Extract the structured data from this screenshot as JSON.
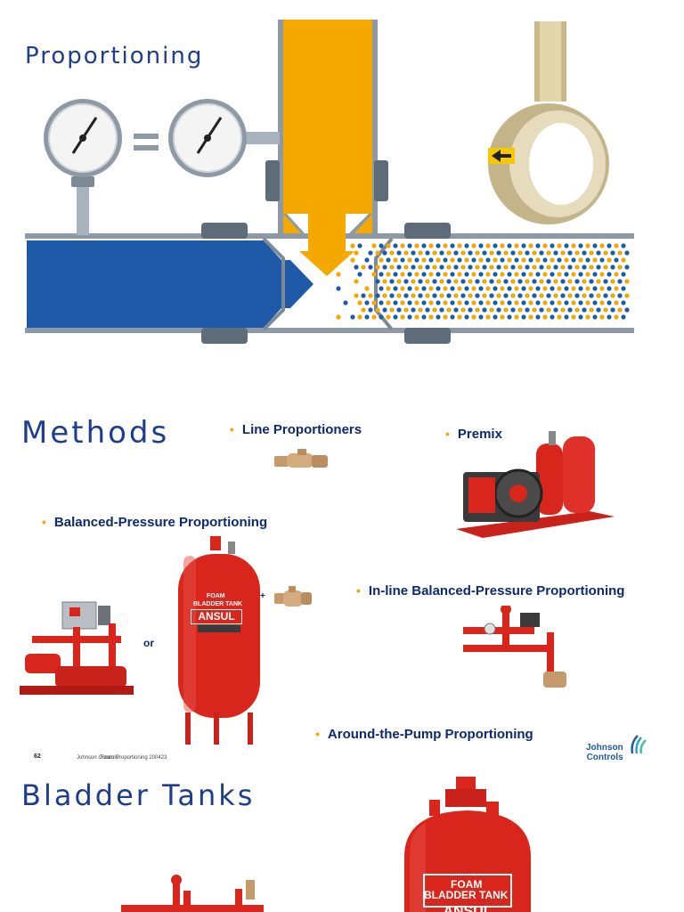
{
  "slide1": {
    "title": "Proportioning",
    "equals": "="
  },
  "slide2": {
    "title": "Methods",
    "bullets": {
      "line": "Line Proportioners",
      "premix": "Premix",
      "balanced": "Balanced-Pressure Proportioning",
      "inline": "In-line Balanced-Pressure Proportioning",
      "around": "Around-the-Pump Proportioning"
    },
    "or_label": "or",
    "plus_label": "+",
    "tank_text": {
      "line1": "FOAM",
      "line2": "BLADDER TANK",
      "brand": "ANSUL"
    },
    "footer": {
      "page": "62",
      "company": "Johnson Controls",
      "doc": "Foam Proportioning 200423"
    },
    "logo": {
      "line1": "Johnson",
      "line2": "Controls"
    }
  },
  "slide3": {
    "title": "Bladder Tanks",
    "tank_text": {
      "line1": "FOAM",
      "line2": "BLADDER TANK",
      "brand": "ANSUL"
    }
  },
  "colors": {
    "water_blue": "#1e5aa8",
    "foam_orange": "#f5a800",
    "title_blue": "#1e3d8f",
    "tank_red": "#d9261c",
    "pipe_gray": "#7d8a96"
  }
}
